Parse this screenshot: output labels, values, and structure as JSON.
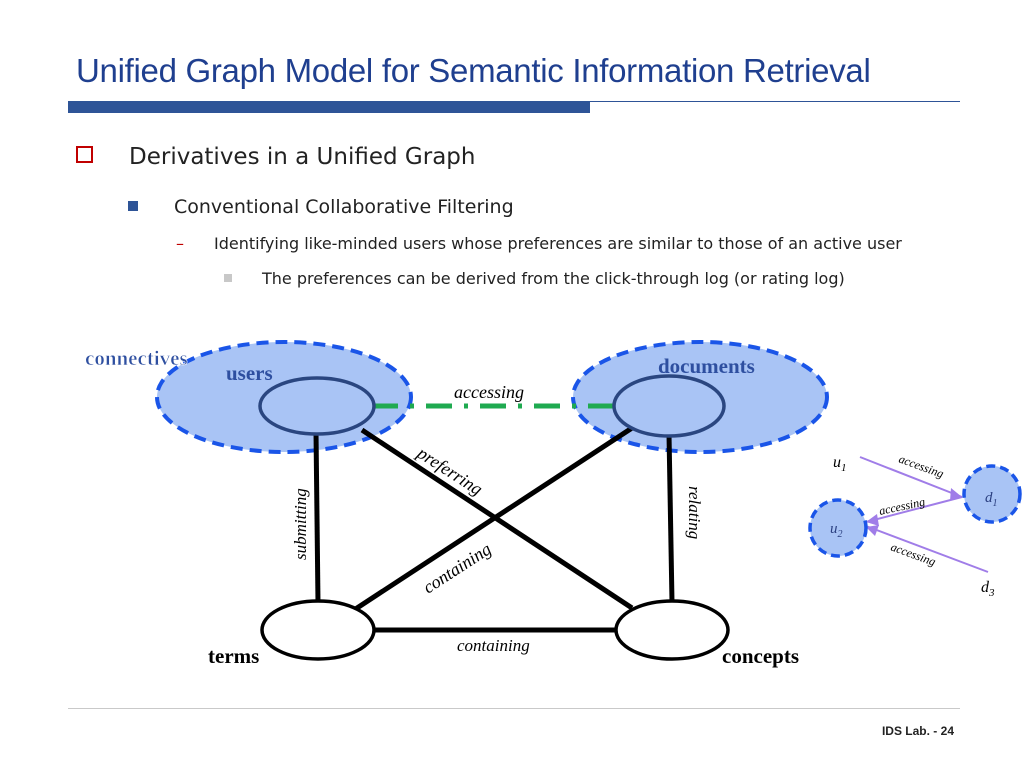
{
  "slide": {
    "title": "Unified Graph Model for Semantic Information Retrieval",
    "footer": "IDS Lab. - 24"
  },
  "bullets": {
    "level1": "Derivatives in a Unified Graph",
    "level2": "Conventional Collaborative Filtering",
    "level3": "Identifying like-minded users whose preferences are similar to those of an active user",
    "level4": "The preferences can be derived from the click-through log (or rating log)"
  },
  "diagram": {
    "connectives_label": "connectives",
    "nodes": {
      "users": "users",
      "documents": "documents",
      "terms": "terms",
      "concepts": "concepts"
    },
    "edges": {
      "accessing": "accessing",
      "preferring": "preferring",
      "submitting": "submitting",
      "relating": "relating",
      "containing_diag": "containing",
      "containing_bottom": "containing"
    },
    "colors": {
      "connective_fill": "#a9c4f5",
      "connective_border": "#1a55e8",
      "accessing_dash": "#1faa50",
      "mini_edge": "#a07de8",
      "connectives_text": "#2e4fa0"
    }
  },
  "mini_graph": {
    "u1": "u",
    "u1_sub": "1",
    "u2": "u",
    "u2_sub": "2",
    "d1": "d",
    "d1_sub": "1",
    "d3": "d",
    "d3_sub": "3",
    "edge_u1_d1": "accessing",
    "edge_u2_d1": "accessing",
    "edge_u2_d3": "accessing"
  }
}
